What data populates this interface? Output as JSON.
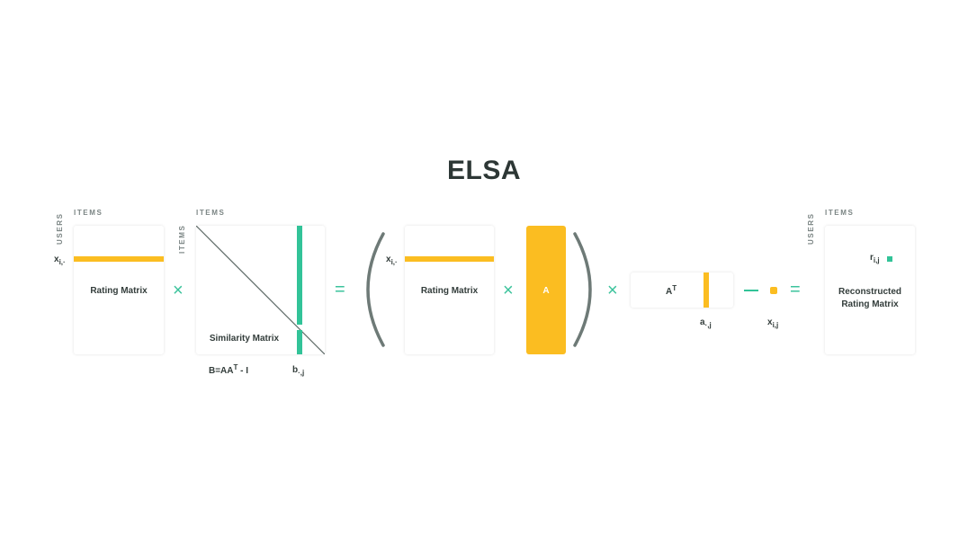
{
  "title": "ELSA",
  "colors": {
    "accent_yellow": "#fbbd21",
    "accent_green": "#32c398",
    "text_dark": "#2d3735",
    "paren_gray": "#6e7a77",
    "operator_green": "#3cc39c"
  },
  "axis_labels": {
    "items": "ITEMS",
    "users": "USERS"
  },
  "rating_matrix_1": {
    "label": "Rating Matrix",
    "row_label": "x",
    "row_sub": "i,·"
  },
  "similarity_matrix": {
    "label": "Similarity Matrix",
    "formula_main": "B=AA",
    "formula_sup": "T",
    "formula_tail": " - I",
    "col_label": "b",
    "col_sub": "·,j"
  },
  "rating_matrix_2": {
    "label": "Rating Matrix",
    "row_label": "x",
    "row_sub": "i,·"
  },
  "matrix_a": {
    "label": "A"
  },
  "matrix_at": {
    "label": "A",
    "label_sup": "T",
    "col_label": "a",
    "col_sub": "·,j"
  },
  "scalar": {
    "label": "x",
    "label_sub": "i,j"
  },
  "reconstructed": {
    "label_line1": "Reconstructed",
    "label_line2": "Rating Matrix",
    "cell_label": "r",
    "cell_sub": "i,j"
  },
  "operators": {
    "times": "×",
    "equals": "=",
    "minus": "—"
  }
}
